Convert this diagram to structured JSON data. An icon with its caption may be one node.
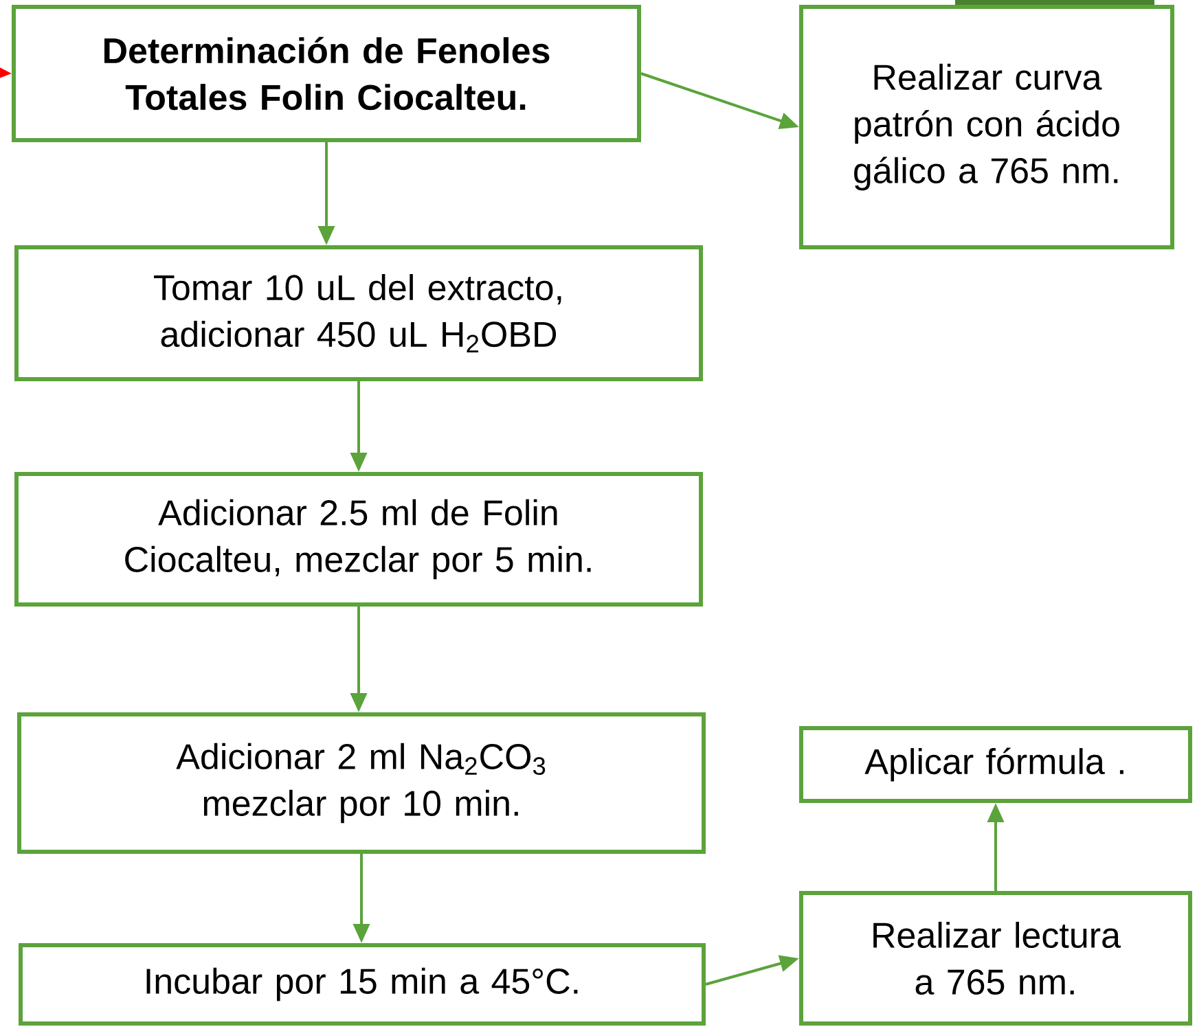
{
  "diagram": {
    "nodes": [
      {
        "text": [
          "Determinación de Fenoles Totales Folin Ciocalteu."
        ]
      },
      {
        "text": [
          "Realizar curva patrón con ácido gálico a 765 nm."
        ]
      },
      {
        "text": [
          "Tomar 10 uL del extracto, adicionar 450 uL H$_{2}$OBD"
        ]
      },
      {
        "text": [
          "Adicionar 2.5 ml de Folin Ciocalteu, mezclar por 5 min."
        ]
      },
      {
        "text": [
          "Adicionar 2 ml Na$_{2}$CO$_{3}$ mezclar por 10 min."
        ]
      },
      {
        "text": [
          "Aplicar fórmula ."
        ]
      },
      {
        "text": [
          "Realizar lectura a 765 nm."
        ]
      },
      {
        "text": [
          "Incubar por 15 min a 45°C."
        ]
      }
    ],
    "edges": [
      {
        "from": null,
        "to": 0,
        "arrow": "to",
        "color": "#ff0000"
      },
      {
        "from": 0,
        "to": 1,
        "arrow": "to"
      },
      {
        "from": 0,
        "to": 2,
        "arrow": "to"
      },
      {
        "from": 2,
        "to": 3,
        "arrow": "to"
      },
      {
        "from": 3,
        "to": 4,
        "arrow": "to"
      },
      {
        "from": 4,
        "to": 7,
        "arrow": "to"
      },
      {
        "from": 7,
        "to": 6,
        "arrow": "to"
      },
      {
        "from": 6,
        "to": 5,
        "arrow": "to"
      }
    ]
  }
}
